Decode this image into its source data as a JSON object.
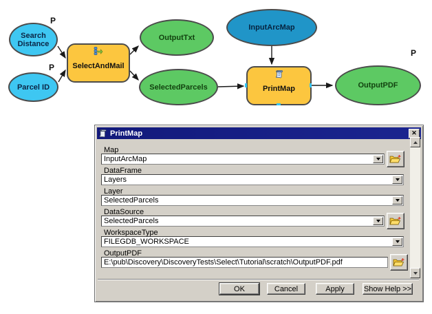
{
  "diagram": {
    "param_marker": "P",
    "nodes": {
      "search_distance": "Search Distance",
      "parcel_id": "Parcel ID",
      "select_and_mail": "SelectAndMail",
      "output_txt": "OutputTxt",
      "selected_parcels": "SelectedParcels",
      "input_arcmap": "InputArcMap",
      "print_map": "PrintMap",
      "output_pdf": "OutputPDF"
    },
    "colors": {
      "input_variable": "#3EC7F2",
      "map_variable": "#2095C8",
      "derived_output": "#5DC963",
      "tool": "#FCC63F",
      "connector": "#1a1a1a",
      "anchor_tick": "#35C4F0"
    }
  },
  "dialog": {
    "title": "PrintMap",
    "icons": {
      "close_icon": "✕",
      "browse_icon": "open-folder-plus",
      "tool_icon": "script-scroll",
      "dropdown_icon": "chevron-down",
      "scroll_up_icon": "chevron-up",
      "scroll_down_icon": "chevron-down"
    },
    "fields": [
      {
        "label": "Map",
        "value": "InputArcMap"
      },
      {
        "label": "DataFrame",
        "value": "Layers"
      },
      {
        "label": "Layer",
        "value": "SelectedParcels"
      },
      {
        "label": "DataSource",
        "value": "SelectedParcels"
      },
      {
        "label": "WorkspaceType",
        "value": "FILEGDB_WORKSPACE"
      },
      {
        "label": "OutputPDF",
        "value": "E:\\pub\\Discovery\\DiscoveryTests\\Select\\Tutorial\\scratch\\OutputPDF.pdf"
      }
    ],
    "buttons": {
      "ok": "OK",
      "cancel": "Cancel",
      "apply": "Apply",
      "show_help": "Show Help >>"
    }
  }
}
